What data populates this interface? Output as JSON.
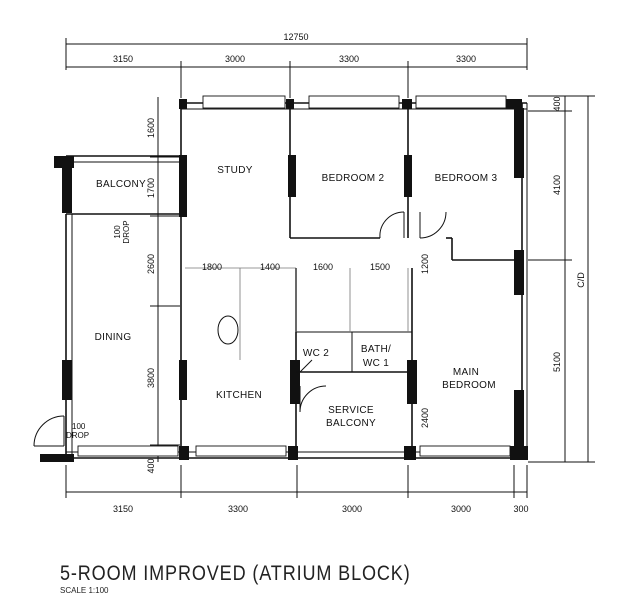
{
  "title": "5-ROOM IMPROVED (ATRIUM BLOCK)",
  "scale": "SCALE 1:100",
  "rooms": {
    "study": "STUDY",
    "bedroom2": "BEDROOM 2",
    "bedroom3": "BEDROOM 3",
    "balcony": "BALCONY",
    "dining": "DINING",
    "kitchen": "KITCHEN",
    "wc2": "WC 2",
    "bath1_line1": "BATH/",
    "bath1_line2": "WC 1",
    "service_line1": "SERVICE",
    "service_line2": "BALCONY",
    "main_line1": "MAIN",
    "main_line2": "BEDROOM"
  },
  "dimensions": {
    "overall_top": "12750",
    "top": [
      "3150",
      "3000",
      "3300",
      "3300"
    ],
    "bottom": [
      "3150",
      "3300",
      "3000",
      "3000",
      "300"
    ],
    "left": [
      "1600",
      "1700",
      "2600",
      "3800",
      "400"
    ],
    "right": [
      "400",
      "4100",
      "5100"
    ],
    "right_overall": "C/D",
    "interior": [
      "1800",
      "1400",
      "1600",
      "1500",
      "1200",
      "2400"
    ]
  },
  "notes": {
    "drop_1": "100",
    "drop_1b": "DROP",
    "drop_2": "100",
    "drop_2b": "DROP"
  }
}
